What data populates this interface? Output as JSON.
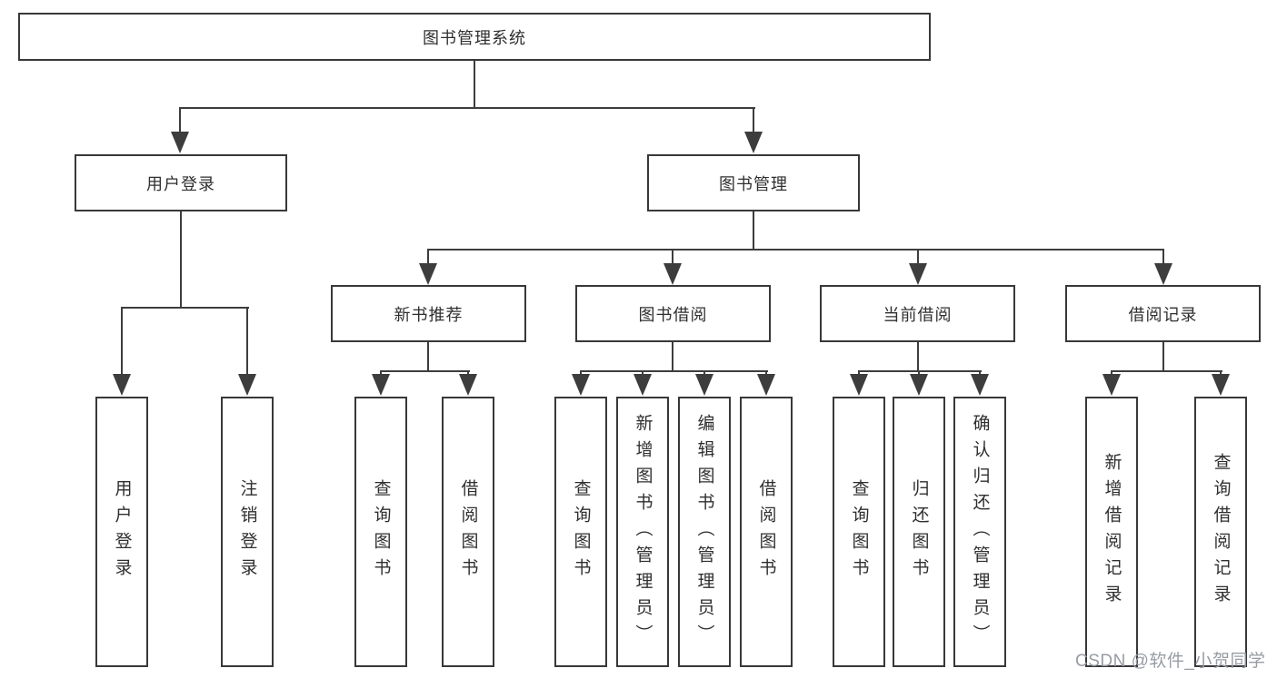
{
  "title": "图书管理系统",
  "tree": {
    "label": "图书管理系统",
    "children": [
      {
        "label": "用户登录",
        "children": [
          {
            "label": "用户登录"
          },
          {
            "label": "注销登录"
          }
        ]
      },
      {
        "label": "图书管理",
        "children": [
          {
            "label": "新书推荐",
            "children": [
              {
                "label": "查询图书"
              },
              {
                "label": "借阅图书"
              }
            ]
          },
          {
            "label": "图书借阅",
            "children": [
              {
                "label": "查询图书"
              },
              {
                "label": "新增图书（管理员）"
              },
              {
                "label": "编辑图书（管理员）"
              },
              {
                "label": "借阅图书"
              }
            ]
          },
          {
            "label": "当前借阅",
            "children": [
              {
                "label": "查询图书"
              },
              {
                "label": "归还图书"
              },
              {
                "label": "确认归还（管理员）"
              }
            ]
          },
          {
            "label": "借阅记录",
            "children": [
              {
                "label": "新增借阅记录"
              },
              {
                "label": "查询借阅记录"
              }
            ]
          }
        ]
      }
    ]
  },
  "watermark": "CSDN @软件_小贺同学",
  "colors": {
    "line": "#3d3d3d",
    "box_border": "#383838",
    "text": "#2f2f2f",
    "background": "#ffffff",
    "watermark": "#979ca4"
  }
}
